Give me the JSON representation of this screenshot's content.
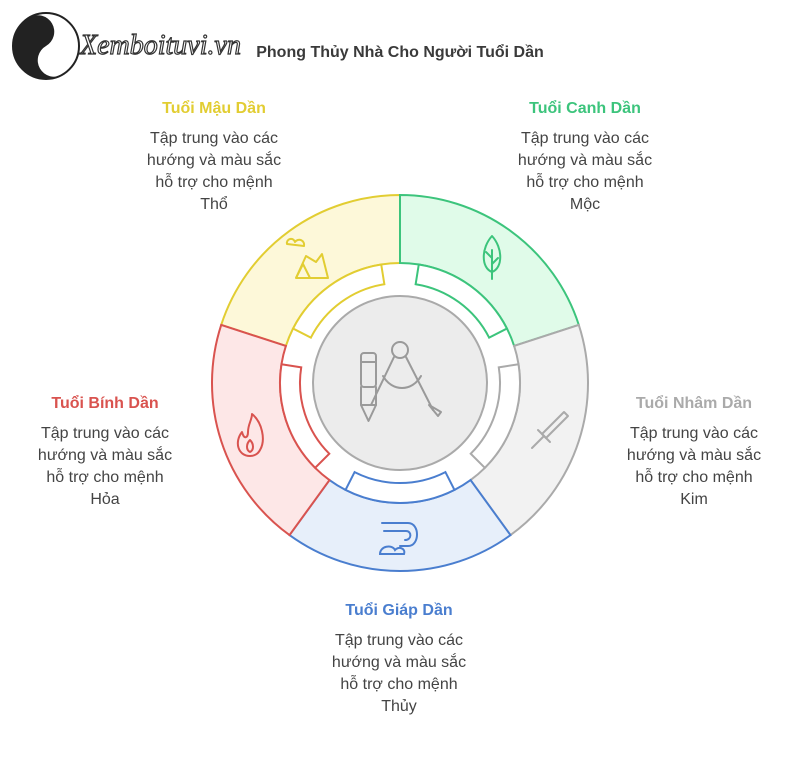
{
  "header": {
    "title": "Phong Thủy Nhà Cho Người Tuổi Dần",
    "watermark": "Xemboituvi.vn"
  },
  "segments": [
    {
      "id": "mau",
      "title": "Tuổi Mậu Dần",
      "desc_lines": [
        "Tập trung vào các",
        "hướng và màu sắc",
        "hỗ trợ cho mệnh",
        "Thổ"
      ],
      "color": "#e2cd32",
      "fill": "#fdf8d9",
      "icon": "mountain-icon"
    },
    {
      "id": "canh",
      "title": "Tuổi Canh Dần",
      "desc_lines": [
        "Tập trung vào các",
        "hướng và màu sắc",
        "hỗ trợ cho mệnh",
        "Mộc"
      ],
      "color": "#3cc47c",
      "fill": "#e0fbe9",
      "icon": "leaf-icon"
    },
    {
      "id": "nham",
      "title": "Tuổi Nhâm Dần",
      "desc_lines": [
        "Tập trung vào các",
        "hướng và màu sắc",
        "hỗ trợ cho mệnh",
        "Kim"
      ],
      "color": "#aaaaaa",
      "fill": "#f2f2f2",
      "icon": "sword-icon"
    },
    {
      "id": "giap",
      "title": "Tuổi Giáp Dần",
      "desc_lines": [
        "Tập trung vào các",
        "hướng và màu sắc",
        "hỗ trợ cho mệnh",
        "Thủy"
      ],
      "color": "#4a7ecf",
      "fill": "#e7effa",
      "icon": "wave-icon"
    },
    {
      "id": "binh",
      "title": "Tuổi Bính Dần",
      "desc_lines": [
        "Tập trung vào các",
        "hướng và màu sắc",
        "hỗ trợ cho mệnh",
        "Hỏa"
      ],
      "color": "#d9534f",
      "fill": "#fde7e7",
      "icon": "flame-icon"
    }
  ],
  "center": {
    "icon": "pen-compass-icon",
    "color": "#aaaaaa"
  }
}
